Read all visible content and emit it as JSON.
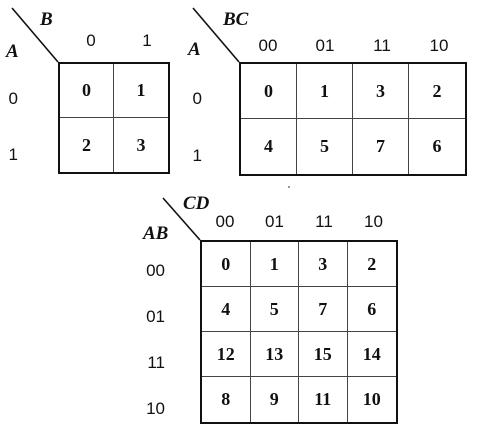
{
  "kmaps": [
    {
      "row_var": "A",
      "col_var": "B",
      "col_labels": [
        "0",
        "1"
      ],
      "row_labels": [
        "0",
        "1"
      ],
      "cells": [
        [
          "0",
          "1"
        ],
        [
          "2",
          "3"
        ]
      ]
    },
    {
      "row_var": "A",
      "col_var": "BC",
      "col_labels": [
        "00",
        "01",
        "11",
        "10"
      ],
      "row_labels": [
        "0",
        "1"
      ],
      "cells": [
        [
          "0",
          "1",
          "3",
          "2"
        ],
        [
          "4",
          "5",
          "7",
          "6"
        ]
      ]
    },
    {
      "row_var": "AB",
      "col_var": "CD",
      "col_labels": [
        "00",
        "01",
        "11",
        "10"
      ],
      "row_labels": [
        "00",
        "01",
        "11",
        "10"
      ],
      "cells": [
        [
          "0",
          "1",
          "3",
          "2"
        ],
        [
          "4",
          "5",
          "7",
          "6"
        ],
        [
          "12",
          "13",
          "15",
          "14"
        ],
        [
          "8",
          "9",
          "11",
          "10"
        ]
      ]
    }
  ]
}
